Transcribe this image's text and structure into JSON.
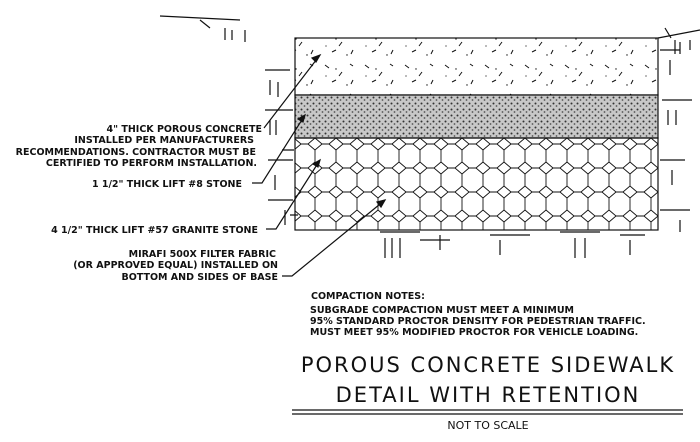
{
  "labels": {
    "concrete": [
      "4\" THICK POROUS CONCRETE",
      "INSTALLED PER MANUFACTURERS",
      "RECOMMENDATIONS.  CONTRACTOR MUST BE",
      "CERTIFIED TO PERFORM INSTALLATION."
    ],
    "stone8": "1 1/2\" THICK LIFT #8 STONE",
    "stone57": "4 1/2\" THICK LIFT #57 GRANITE STONE",
    "fabric": [
      "MIRAFI 500X FILTER FABRIC",
      "(OR APPROVED EQUAL) INSTALLED ON",
      "BOTTOM AND SIDES OF BASE"
    ]
  },
  "notes": {
    "heading": "COMPACTION NOTES:",
    "lines": [
      "SUBGRADE COMPACTION MUST MEET A MINIMUM",
      "95% STANDARD PROCTOR DENSITY FOR PEDESTRIAN TRAFFIC.",
      "MUST MEET 95% MODIFIED PROCTOR FOR VEHICLE LOADING."
    ]
  },
  "title": [
    "POROUS CONCRETE SIDEWALK",
    "DETAIL WITH RETENTION"
  ],
  "scale_note": "NOT TO SCALE"
}
